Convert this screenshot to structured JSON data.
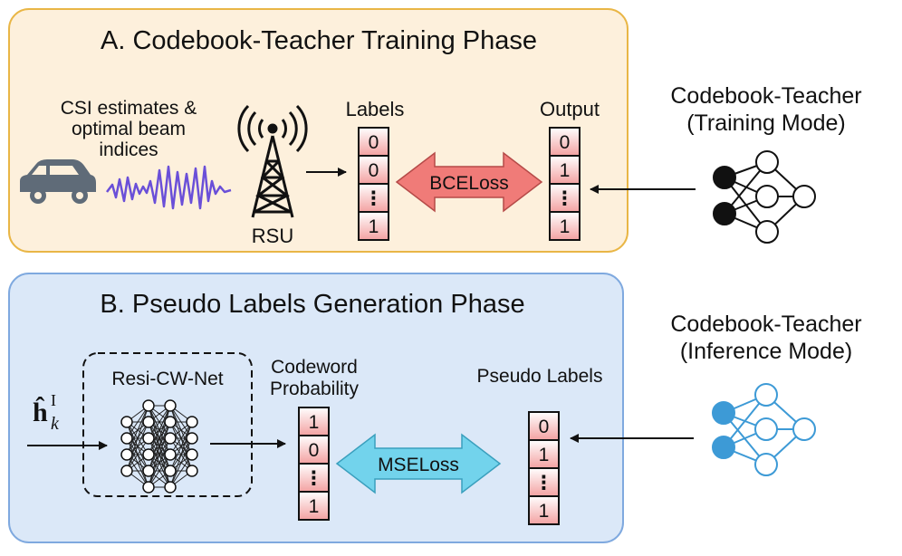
{
  "panel_a": {
    "title": "A. Codebook-Teacher Training Phase",
    "csi_text": [
      "CSI estimates &",
      "optimal beam",
      "indices"
    ],
    "rsu_label": "RSU",
    "labels_title": "Labels",
    "labels_cells": [
      "0",
      "0",
      "⋮",
      "1"
    ],
    "output_title": "Output",
    "output_cells": [
      "0",
      "1",
      "⋮",
      "1"
    ],
    "loss_label": "BCELoss"
  },
  "panel_b": {
    "title": "B. Pseudo Labels Generation Phase",
    "input_symbol": "ĥ",
    "input_sup": "I",
    "input_sub": "k",
    "net_label": "Resi-CW-Net",
    "codeword_title": [
      "Codeword",
      "Probability"
    ],
    "codeword_cells": [
      "1",
      "0",
      "⋮",
      "1"
    ],
    "pseudo_title": "Pseudo Labels",
    "pseudo_cells": [
      "0",
      "1",
      "⋮",
      "1"
    ],
    "loss_label": "MSELoss"
  },
  "teacher_training": [
    "Codebook-Teacher",
    "(Training Mode)"
  ],
  "teacher_inference": [
    "Codebook-Teacher",
    "(Inference Mode)"
  ],
  "colors": {
    "panel_a_fill": "#fdf0dc",
    "panel_a_stroke": "#e9b646",
    "panel_b_fill": "#dbe8f8",
    "panel_b_stroke": "#7fa9df",
    "bce_arrow": "#f07b78",
    "mse_arrow": "#72d3ec",
    "teacher_inference": "#3d9ad6"
  }
}
